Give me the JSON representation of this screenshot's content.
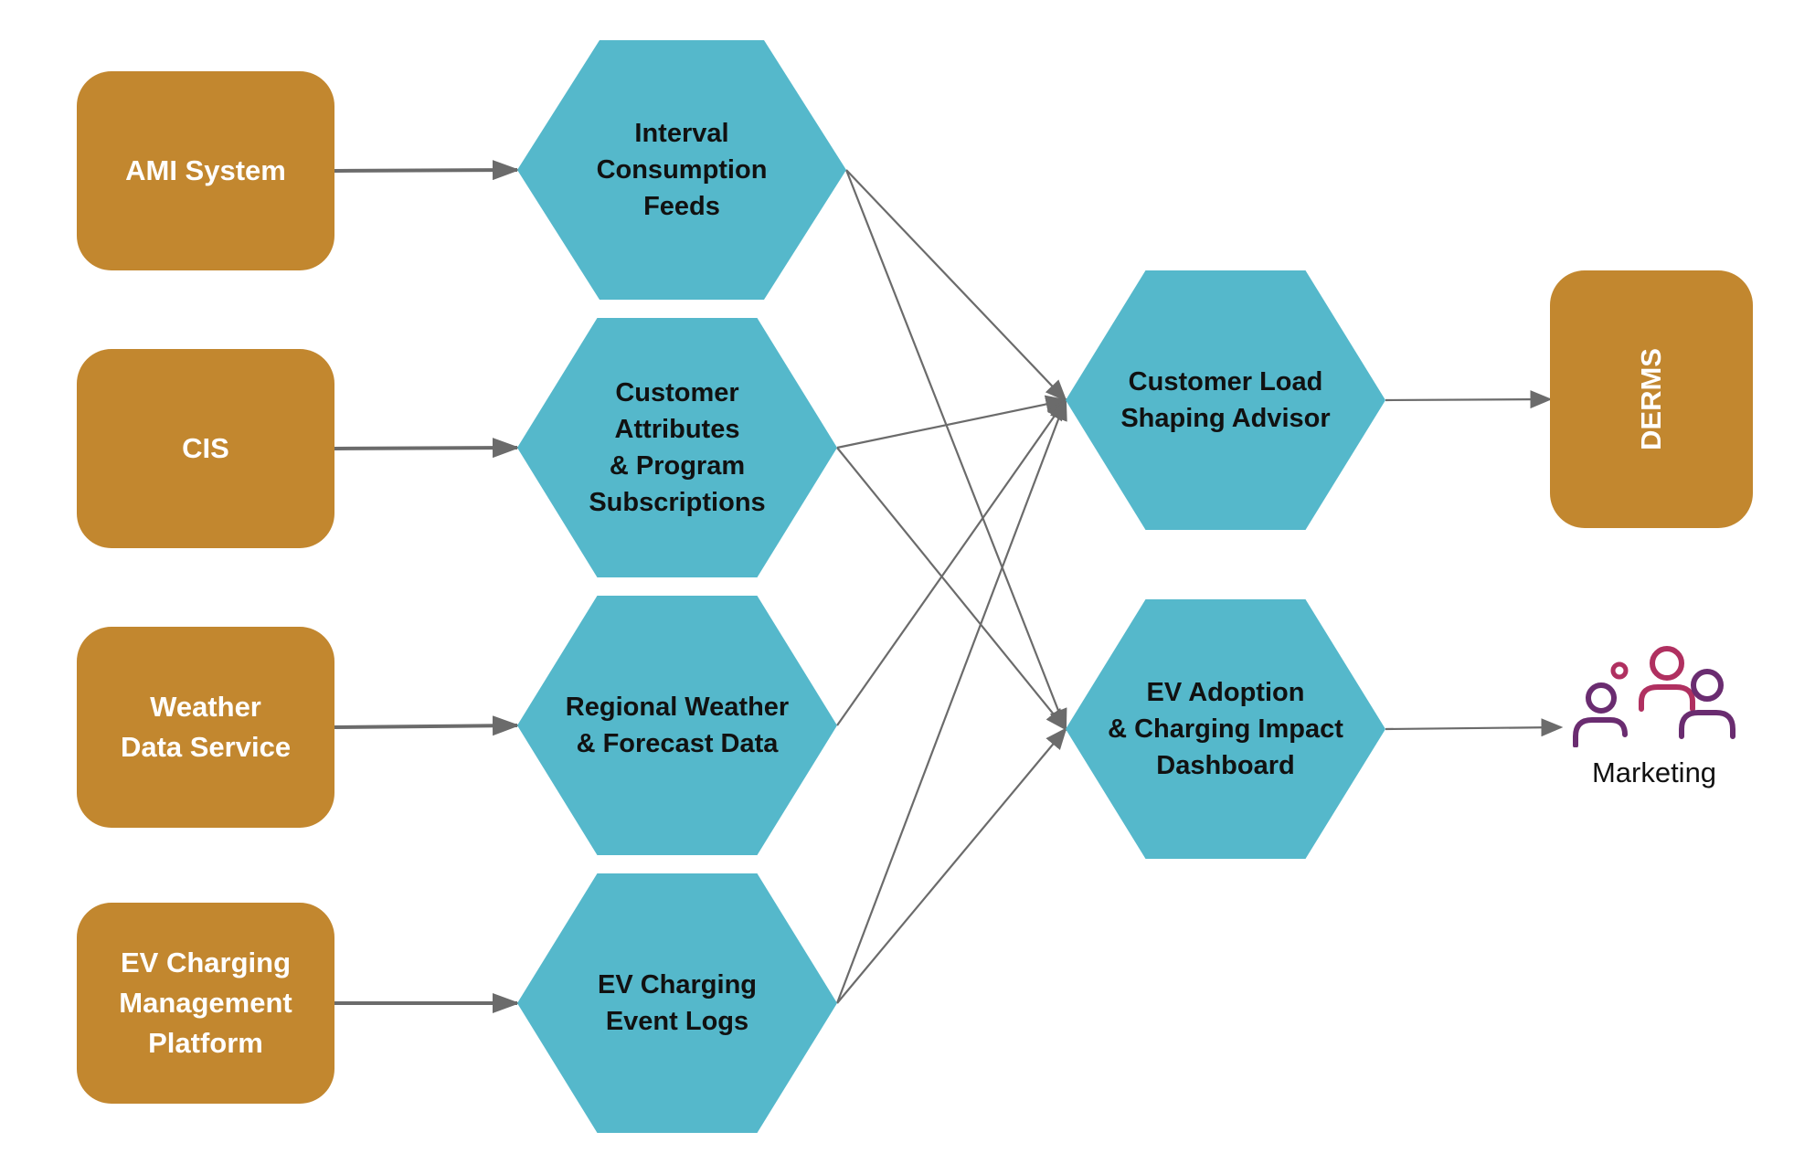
{
  "sources": [
    {
      "id": "ami",
      "label": "AMI System"
    },
    {
      "id": "cis",
      "label": "CIS"
    },
    {
      "id": "weather",
      "label": "Weather\nData Service"
    },
    {
      "id": "ev-platform",
      "label": "EV Charging\nManagement\nPlatform"
    }
  ],
  "data_products": [
    {
      "id": "interval",
      "label": "Interval\nConsumption\nFeeds"
    },
    {
      "id": "customer-attrs",
      "label": "Customer\nAttributes\n& Program\nSubscriptions"
    },
    {
      "id": "regional-weather",
      "label": "Regional Weather\n& Forecast Data"
    },
    {
      "id": "ev-logs",
      "label": "EV Charging\nEvent Logs"
    }
  ],
  "applications": [
    {
      "id": "load-shaping",
      "label": "Customer Load\nShaping Advisor"
    },
    {
      "id": "ev-dashboard",
      "label": "EV Adoption\n& Charging Impact\nDashboard"
    }
  ],
  "consumers": {
    "derms": {
      "label": "DERMS"
    },
    "marketing": {
      "label": "Marketing",
      "icon": "people-group-icon"
    }
  },
  "colors": {
    "source_fill": "#c2872f",
    "hex_fill": "#55b8cb",
    "arrow": "#6b6b6b",
    "icon_purple": "#6a2c70",
    "icon_magenta": "#b03060"
  },
  "connections": [
    {
      "from": "ami",
      "to": "interval"
    },
    {
      "from": "cis",
      "to": "customer-attrs"
    },
    {
      "from": "weather",
      "to": "regional-weather"
    },
    {
      "from": "ev-platform",
      "to": "ev-logs"
    },
    {
      "from": "interval",
      "to": "load-shaping"
    },
    {
      "from": "interval",
      "to": "ev-dashboard"
    },
    {
      "from": "customer-attrs",
      "to": "load-shaping"
    },
    {
      "from": "customer-attrs",
      "to": "ev-dashboard"
    },
    {
      "from": "regional-weather",
      "to": "load-shaping"
    },
    {
      "from": "ev-logs",
      "to": "load-shaping"
    },
    {
      "from": "ev-logs",
      "to": "ev-dashboard"
    },
    {
      "from": "load-shaping",
      "to": "derms"
    },
    {
      "from": "ev-dashboard",
      "to": "marketing"
    }
  ]
}
